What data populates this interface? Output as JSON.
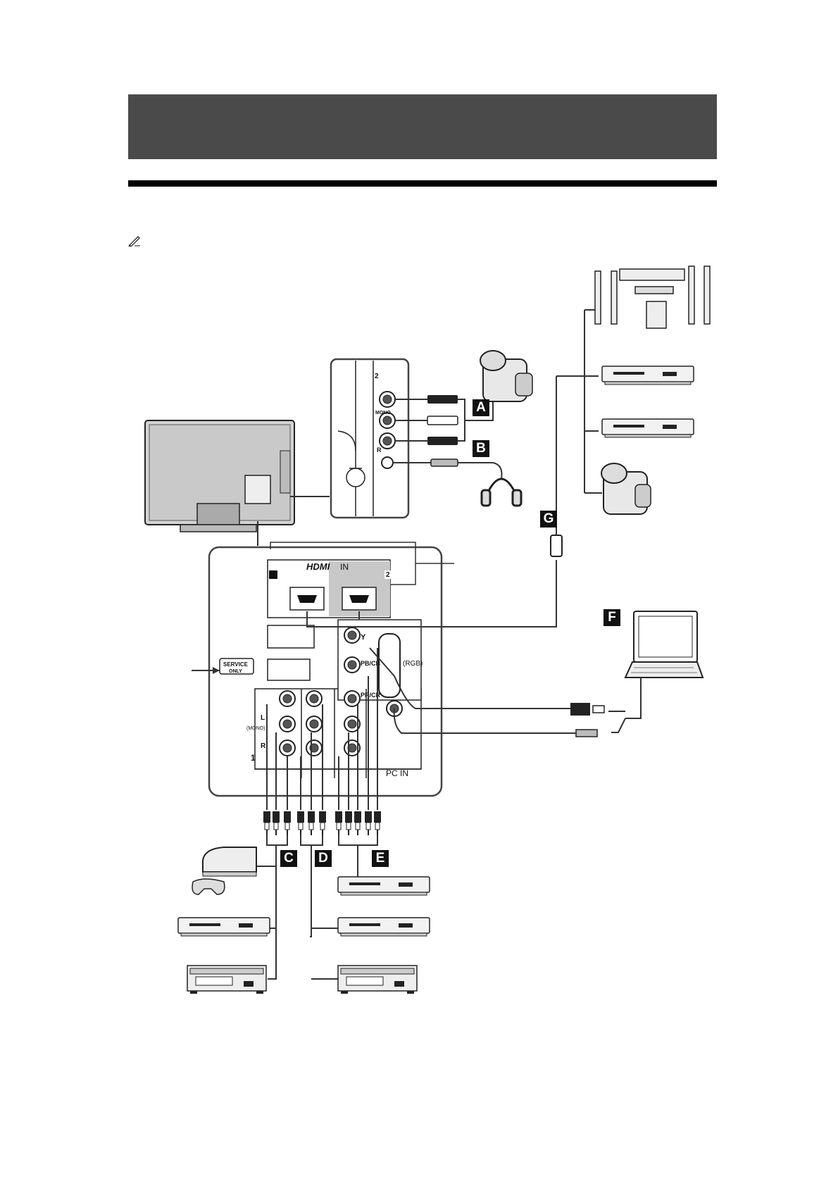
{
  "labels": {
    "a": "A",
    "b": "B",
    "c": "C",
    "d": "D",
    "e": "E",
    "f": "F",
    "g": "G"
  },
  "side_panel": {
    "video_label": "MONO",
    "r_label": "R",
    "top_number": "2"
  },
  "hdmi": {
    "logo": "HDMI",
    "in": "IN",
    "port1": "1",
    "port2": "2"
  },
  "rear_panel": {
    "service": "SERVICE",
    "service_sub": "ONLY",
    "group1_number": "1",
    "l_label": "L",
    "mono_label": "(MONO)",
    "r_label": "R",
    "y_label": "Y",
    "pb_label": "PB/CB",
    "pr_label": "PR/CR",
    "rgb_label": "(RGB)",
    "pc_in": "PC IN"
  },
  "colors": {
    "header": "#4a4a4a",
    "device_fill": "#e6e6e6",
    "tv_fill": "#d3d3d3",
    "line": "#333333"
  }
}
